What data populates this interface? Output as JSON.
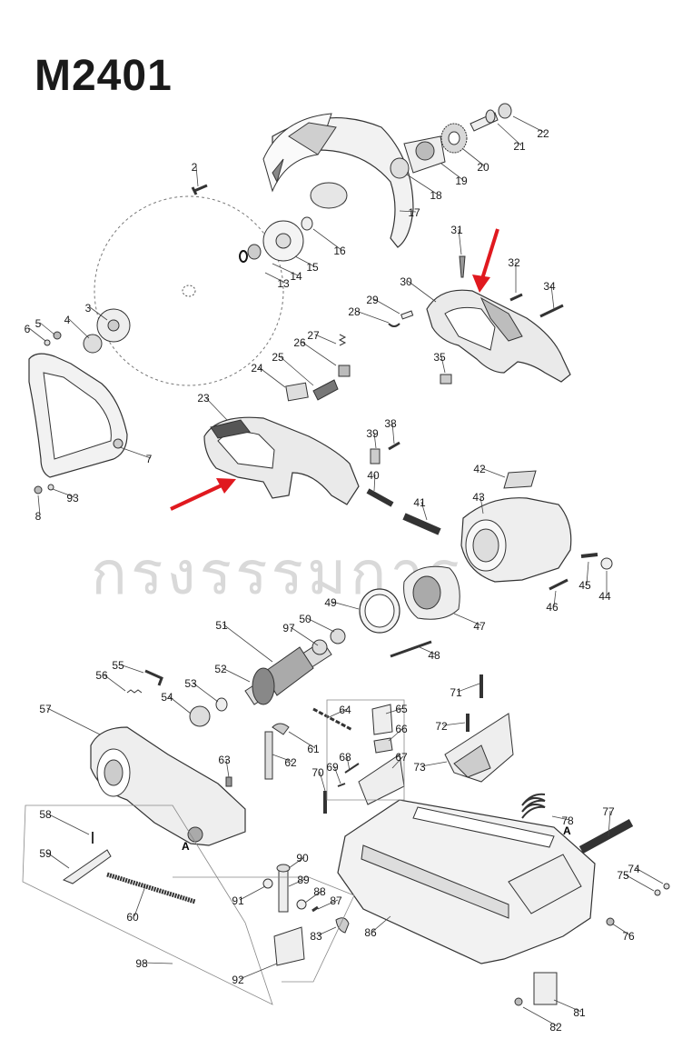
{
  "title": "M2401",
  "watermark": "กรงรรรมการ",
  "parts": [
    {
      "label": "2"
    },
    {
      "label": "3"
    },
    {
      "label": "4"
    },
    {
      "label": "5"
    },
    {
      "label": "6"
    },
    {
      "label": "7"
    },
    {
      "label": "8"
    },
    {
      "label": "13"
    },
    {
      "label": "14"
    },
    {
      "label": "15"
    },
    {
      "label": "16"
    },
    {
      "label": "17"
    },
    {
      "label": "18"
    },
    {
      "label": "19"
    },
    {
      "label": "20"
    },
    {
      "label": "21"
    },
    {
      "label": "22"
    },
    {
      "label": "23"
    },
    {
      "label": "24"
    },
    {
      "label": "25"
    },
    {
      "label": "26"
    },
    {
      "label": "27"
    },
    {
      "label": "28"
    },
    {
      "label": "29"
    },
    {
      "label": "30"
    },
    {
      "label": "31"
    },
    {
      "label": "32"
    },
    {
      "label": "34"
    },
    {
      "label": "35"
    },
    {
      "label": "38"
    },
    {
      "label": "39"
    },
    {
      "label": "40"
    },
    {
      "label": "41"
    },
    {
      "label": "42"
    },
    {
      "label": "43"
    },
    {
      "label": "44"
    },
    {
      "label": "45"
    },
    {
      "label": "46"
    },
    {
      "label": "47"
    },
    {
      "label": "48"
    },
    {
      "label": "49"
    },
    {
      "label": "50"
    },
    {
      "label": "51"
    },
    {
      "label": "52"
    },
    {
      "label": "53"
    },
    {
      "label": "54"
    },
    {
      "label": "55"
    },
    {
      "label": "56"
    },
    {
      "label": "57"
    },
    {
      "label": "58"
    },
    {
      "label": "59"
    },
    {
      "label": "60"
    },
    {
      "label": "61"
    },
    {
      "label": "62"
    },
    {
      "label": "63"
    },
    {
      "label": "64"
    },
    {
      "label": "65"
    },
    {
      "label": "66"
    },
    {
      "label": "67"
    },
    {
      "label": "68"
    },
    {
      "label": "69"
    },
    {
      "label": "70"
    },
    {
      "label": "71"
    },
    {
      "label": "72"
    },
    {
      "label": "73"
    },
    {
      "label": "74"
    },
    {
      "label": "75"
    },
    {
      "label": "76"
    },
    {
      "label": "77"
    },
    {
      "label": "78"
    },
    {
      "label": "81"
    },
    {
      "label": "82"
    },
    {
      "label": "83"
    },
    {
      "label": "86"
    },
    {
      "label": "87"
    },
    {
      "label": "88"
    },
    {
      "label": "89"
    },
    {
      "label": "90"
    },
    {
      "label": "91"
    },
    {
      "label": "92"
    },
    {
      "label": "93"
    },
    {
      "label": "97"
    },
    {
      "label": "98"
    }
  ],
  "ref_marks": [
    "A",
    "A"
  ],
  "colors": {
    "arrow": "#e0191f",
    "line": "#333333",
    "part_fill": "#f2f2f2",
    "part_dark": "#9a9a9a"
  }
}
